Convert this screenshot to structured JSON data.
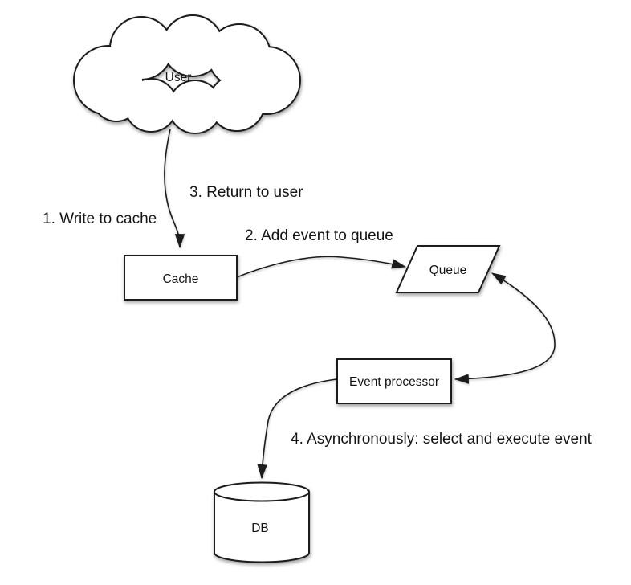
{
  "diagram": {
    "type": "flow-diagram",
    "background_color": "#ffffff",
    "stroke_color": "#1a1a1a",
    "text_color": "#141414",
    "nodes": {
      "user": {
        "label": "User",
        "shape": "cloud"
      },
      "cache": {
        "label": "Cache",
        "shape": "rectangle"
      },
      "queue": {
        "label": "Queue",
        "shape": "parallelogram"
      },
      "event_processor": {
        "label": "Event processor",
        "shape": "rectangle"
      },
      "db": {
        "label": "DB",
        "shape": "cylinder"
      }
    },
    "steps": {
      "step1": "1. Write to cache",
      "step2": "2. Add event to queue",
      "step3": "3. Return to user",
      "step4": "4. Asynchronously: select and execute event"
    },
    "edges": [
      {
        "from": "user",
        "to": "cache",
        "style": "curved-arrow",
        "labels": [
          "1. Write to cache",
          "3. Return to user"
        ]
      },
      {
        "from": "cache",
        "to": "queue",
        "style": "curved-arrow",
        "labels": [
          "2. Add event to queue"
        ]
      },
      {
        "from": "queue",
        "to": "event_processor",
        "style": "curved-double-arrow",
        "labels": []
      },
      {
        "from": "event_processor",
        "to": "db",
        "style": "curved-arrow",
        "labels": [
          "4. Asynchronously: select and execute event"
        ]
      }
    ]
  }
}
